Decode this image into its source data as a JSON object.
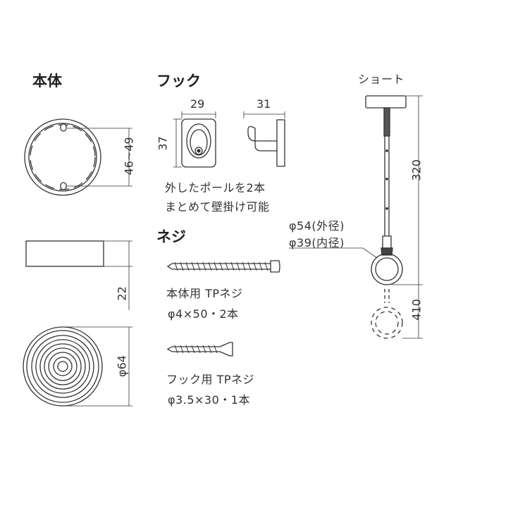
{
  "headings": {
    "body": "本体",
    "hook": "フック",
    "screw": "ネジ",
    "short": "ショート"
  },
  "dimensions": {
    "body_hole_span": "46~49",
    "body_height": "22",
    "body_diameter": "φ64",
    "hook_width_front": "29",
    "hook_width_side": "31",
    "hook_height": "37",
    "pole_length": "320",
    "ring_drop": "410",
    "ring_outer": "φ54(外径)",
    "ring_inner": "φ39(内径)"
  },
  "notes": {
    "hook_line1": "外したポールを2本",
    "hook_line2": "まとめて壁掛け可能",
    "screw_body_name": "本体用 TPネジ",
    "screw_body_spec": "φ4×50・2本",
    "screw_hook_name": "フック用 TPネジ",
    "screw_hook_spec": "φ3.5×30・1本"
  },
  "colors": {
    "line": "#333333",
    "fill_dark": "#4a4a4a",
    "fill_light": "#ffffff"
  }
}
